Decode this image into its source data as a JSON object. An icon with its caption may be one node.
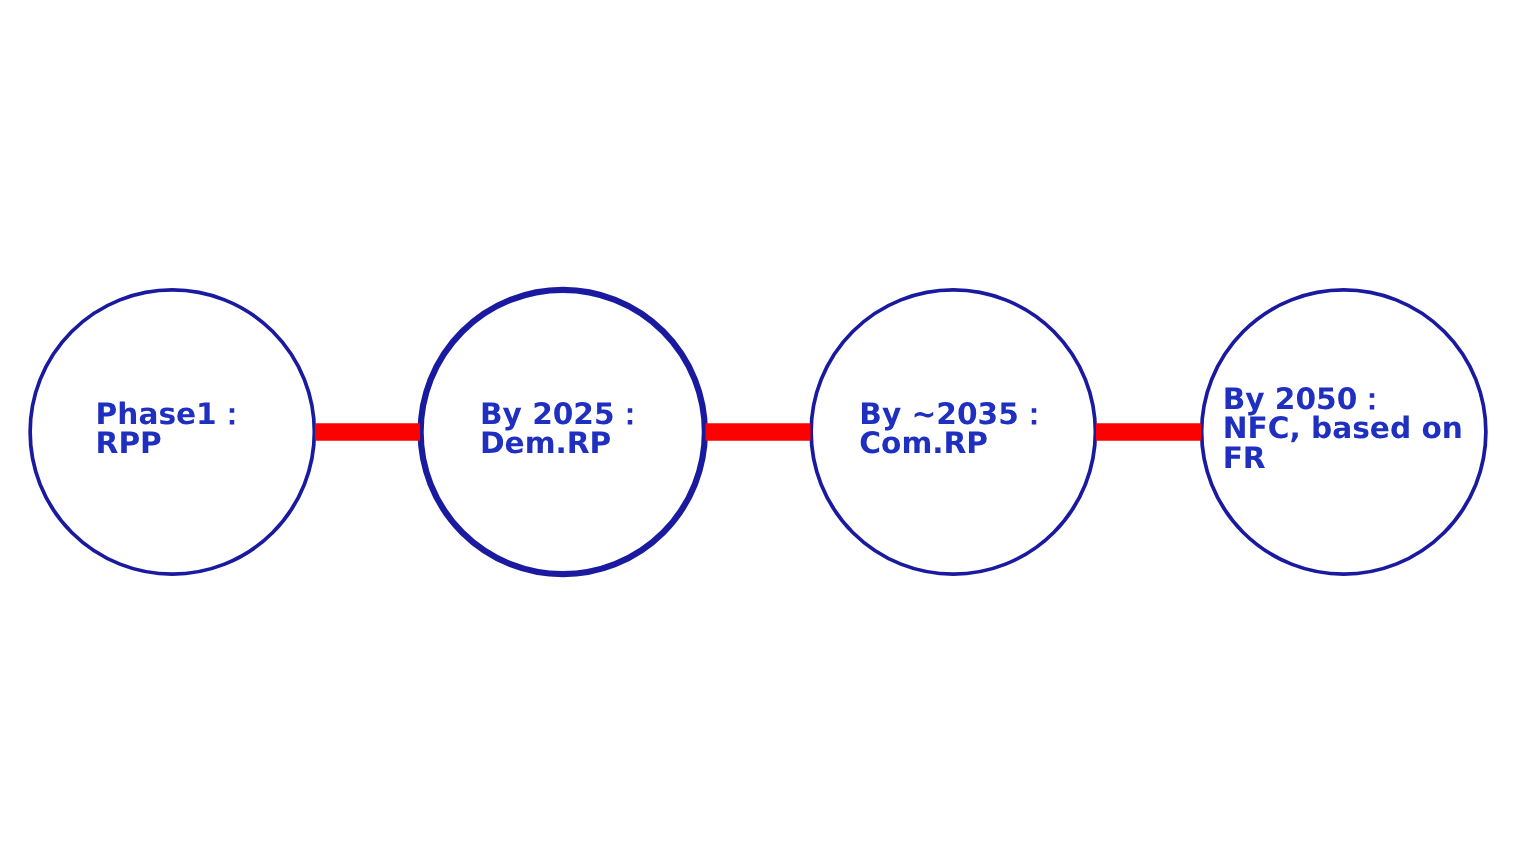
{
  "diagram": {
    "nodes": [
      {
        "text": [
          "Phase1：",
          "RPP"
        ]
      },
      {
        "text": [
          "By 2025：",
          "Dem.RP"
        ]
      },
      {
        "text": [
          "By ~2035：",
          "Com.RP"
        ]
      },
      {
        "text": [
          "By 2050：",
          "NFC, based on FR"
        ]
      }
    ],
    "edges": [
      {
        "from": 0,
        "to": 1,
        "arrow": "none"
      },
      {
        "from": 1,
        "to": 2,
        "arrow": "none"
      },
      {
        "from": 2,
        "to": 3,
        "arrow": "none"
      }
    ]
  }
}
